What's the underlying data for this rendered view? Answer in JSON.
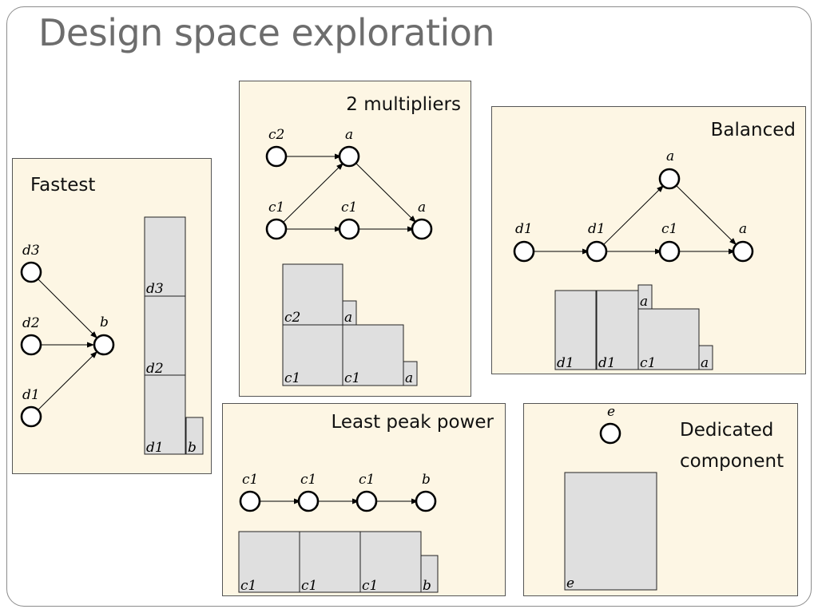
{
  "title": "Design space exploration",
  "panels": {
    "fastest": {
      "title": "Fastest",
      "nodes": [
        "d3",
        "d2",
        "d1",
        "b"
      ],
      "blocks": [
        "d3",
        "d2",
        "d1",
        "b"
      ]
    },
    "two_multipliers": {
      "title": "2 multipliers",
      "nodes": [
        "c2",
        "a",
        "c1",
        "c1",
        "a"
      ],
      "blocks": [
        "c2",
        "a",
        "c1",
        "c1",
        "a"
      ]
    },
    "balanced": {
      "title": "Balanced",
      "nodes": [
        "a",
        "d1",
        "d1",
        "c1",
        "a"
      ],
      "blocks": [
        "d1",
        "d1",
        "a",
        "c1",
        "a"
      ]
    },
    "least_peak_power": {
      "title": "Least peak power",
      "nodes": [
        "c1",
        "c1",
        "c1",
        "b"
      ],
      "blocks": [
        "c1",
        "c1",
        "c1",
        "b"
      ]
    },
    "dedicated": {
      "title_line1": "Dedicated",
      "title_line2": "component",
      "nodes": [
        "e"
      ],
      "blocks": [
        "e"
      ]
    }
  }
}
